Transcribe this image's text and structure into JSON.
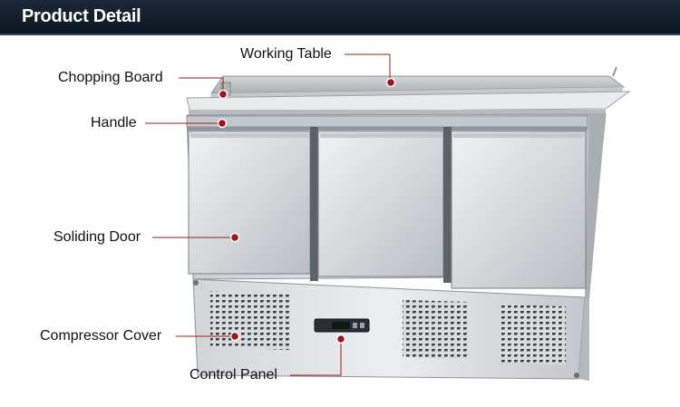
{
  "header": {
    "title": "Product Detail"
  },
  "callouts": {
    "working_table": "Working Table",
    "chopping_board": "Chopping Board",
    "handle": "Handle",
    "sliding_door": "Soliding Door",
    "compressor_cover": "Compressor Cover",
    "control_panel": "Control Panel"
  },
  "colors": {
    "header_bg": "#0d1722",
    "leader_line": "#9b1c1c",
    "marker_dot": "#a0141e",
    "steel_light": "#e4e7ea",
    "steel_dark": "#9da3a9"
  },
  "icons": {
    "marker": "dot-marker",
    "vent": "vent-grille"
  }
}
